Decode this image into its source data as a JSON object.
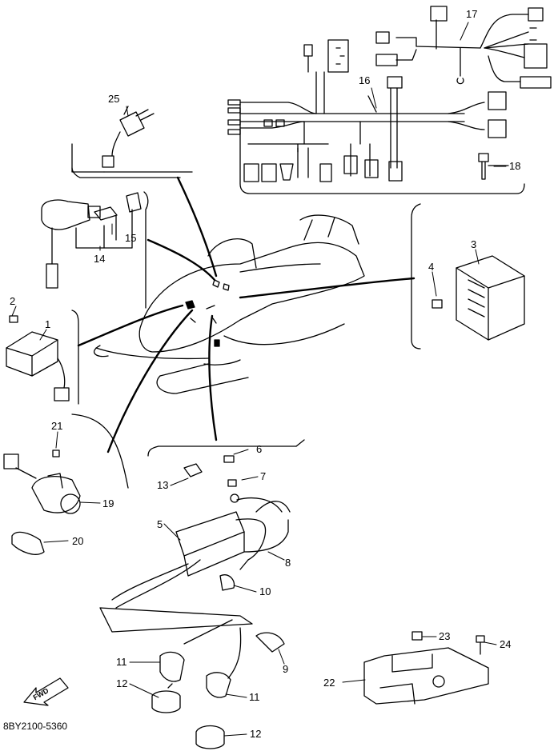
{
  "callouts": {
    "c1": "1",
    "c2": "2",
    "c3": "3",
    "c4": "4",
    "c5": "5",
    "c6": "6",
    "c7": "7",
    "c8": "8",
    "c9": "9",
    "c10": "10",
    "c11a": "11",
    "c11b": "11",
    "c12a": "12",
    "c12b": "12",
    "c13": "13",
    "c14": "14",
    "c15": "15",
    "c16": "16",
    "c17": "17",
    "c18": "18",
    "c19": "19",
    "c20": "20",
    "c21": "21",
    "c22": "22",
    "c23": "23",
    "c24": "24",
    "c25": "25"
  },
  "direction_label": "FWD",
  "part_code": "8BY2100-5360"
}
